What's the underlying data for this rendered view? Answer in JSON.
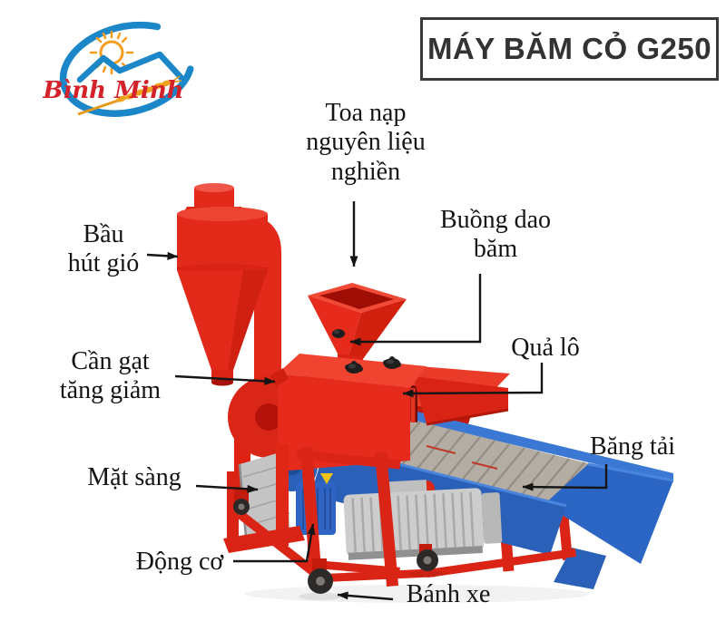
{
  "logo": {
    "brand_name": "Bình Minh"
  },
  "title_box": {
    "text": "MÁY BĂM CỎ G250"
  },
  "machine": {
    "name": "may-bam-co-g250-grass-chopper",
    "colors": {
      "body_red": "#e5291a",
      "dark_red": "#c11a0d",
      "conveyor_blue": "#2a62bb",
      "light_blue": "#3b78d4",
      "belt_gray": "#b3ada3",
      "motor_silver": "#cdcdcd",
      "motor_blue": "#2f63c4",
      "screen_gray": "#c4c4c4",
      "wheel_black": "#2c2a28",
      "label_text": "#141414"
    }
  },
  "labels": [
    {
      "id": "toa-nap",
      "text": "Toa nạp\nnguyên liệu\nnghiền"
    },
    {
      "id": "bau-hut-gio",
      "text": "Bầu\nhút gió"
    },
    {
      "id": "buong-dao-bam",
      "text": "Buồng dao\nbăm"
    },
    {
      "id": "can-gat",
      "text": "Cần gạt\ntăng giảm"
    },
    {
      "id": "qua-lo",
      "text": "Quả lô"
    },
    {
      "id": "bang-tai",
      "text": "Băng tải"
    },
    {
      "id": "mat-sang",
      "text": "Mặt sàng"
    },
    {
      "id": "dong-co",
      "text": "Động cơ"
    },
    {
      "id": "banh-xe",
      "text": "Bánh xe"
    }
  ]
}
